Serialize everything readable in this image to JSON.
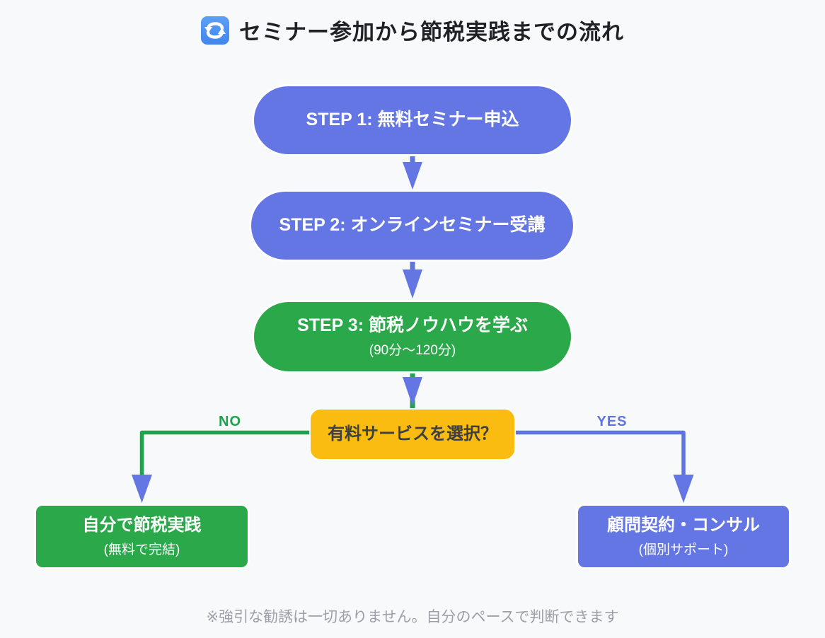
{
  "title": {
    "text": "セミナー参加から節税実践までの流れ",
    "icon": "counterclockwise-arrows-icon"
  },
  "flow": {
    "steps": [
      {
        "id": "step1",
        "label": "STEP 1: 無料セミナー申込",
        "color": "#6476e4",
        "shape": "pill"
      },
      {
        "id": "step2",
        "label": "STEP 2: オンラインセミナー受講",
        "color": "#6476e4",
        "shape": "pill"
      },
      {
        "id": "step3",
        "label": "STEP 3: 節税ノウハウを学ぶ",
        "sublabel": "(90分〜120分)",
        "color": "#2aa84a",
        "shape": "pill"
      }
    ],
    "decision": {
      "label": "有料サービスを選択？",
      "color": "#fbbc12",
      "text_color": "#3c4043"
    },
    "branches": {
      "no": {
        "label": "NO",
        "line_color": "#21a14c",
        "target": {
          "label": "自分で節税実践",
          "sublabel": "(無料で完結)",
          "color": "#2aa84a"
        }
      },
      "yes": {
        "label": "YES",
        "line_color": "#5f74e0",
        "target": {
          "label": "顧問契約・コンサル",
          "sublabel": "(個別サポート)",
          "color": "#6476e4"
        }
      }
    },
    "arrowhead_color": "#6476e4"
  },
  "footer": {
    "note": "※強引な勧誘は一切ありません。自分のペースで判断できます"
  },
  "colors": {
    "background": "#f8f9fa",
    "blue": "#6476e4",
    "green": "#2aa84a",
    "yellow": "#fbbc12",
    "title_text": "#202124",
    "footer_text": "#9aa0a6"
  }
}
